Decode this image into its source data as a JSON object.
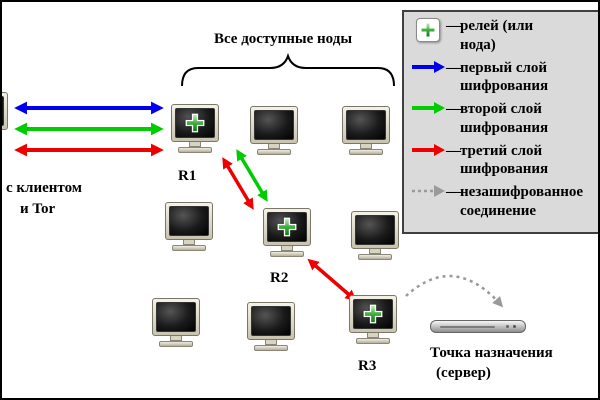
{
  "title": "Все доступные ноды",
  "client": {
    "line1": "с клиентом",
    "line2": "и Tor"
  },
  "nodes": {
    "r1": "R1",
    "r2": "R2",
    "r3": "R3"
  },
  "destination": {
    "line1": "Точка назначения",
    "line2": "(сервер)"
  },
  "legend": {
    "dash": "—",
    "items": [
      {
        "name": "relay",
        "label": "релей (или нода)"
      },
      {
        "name": "layer1",
        "label": "первый слой шифрования"
      },
      {
        "name": "layer2",
        "label": "второй слой шифрования"
      },
      {
        "name": "layer3",
        "label": "третий слой шифрования"
      },
      {
        "name": "unencrypted",
        "label": "незашифрованное соединение"
      }
    ]
  },
  "colors": {
    "layer1_blue": "#0000ee",
    "layer2_green": "#00cc00",
    "layer3_red": "#ee0000",
    "unencrypted_gray": "#9a9a9a",
    "relay_cross_green": "#3fae3f",
    "legend_bg": "#dadada"
  },
  "connections": [
    {
      "from": "клиент Tor",
      "to": "R1",
      "layers": [
        "первый слой",
        "второй слой",
        "третий слой"
      ]
    },
    {
      "from": "R1",
      "to": "R2",
      "layers": [
        "второй слой",
        "третий слой"
      ]
    },
    {
      "from": "R2",
      "to": "R3",
      "layers": [
        "третий слой"
      ]
    },
    {
      "from": "R3",
      "to": "сервер",
      "layers": [
        "незашифрованное соединение"
      ]
    }
  ]
}
